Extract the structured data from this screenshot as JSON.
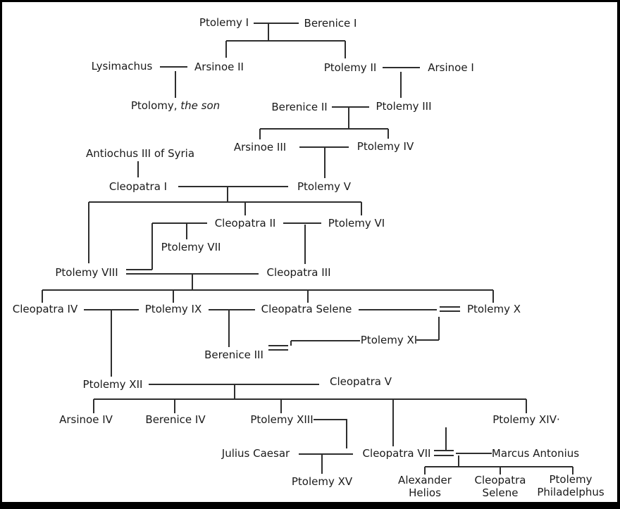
{
  "colors": {
    "line": "#2e2e2e",
    "text": "#1a1a1a",
    "background": "#ffffff",
    "border": "#000000"
  },
  "people": {
    "ptolemy_i": {
      "label": "Ptolemy I"
    },
    "berenice_i": {
      "label": "Berenice I"
    },
    "lysimachus": {
      "label": "Lysimachus"
    },
    "arsinoe_ii": {
      "label": "Arsinoe II"
    },
    "ptolemy_ii": {
      "label": "Ptolemy II"
    },
    "arsinoe_i": {
      "label": "Arsinoe I"
    },
    "ptolomy_the_son": {
      "prefix": "Ptolomy, ",
      "italic": "the son"
    },
    "berenice_ii": {
      "label": "Berenice II"
    },
    "ptolemy_iii": {
      "label": "Ptolemy III"
    },
    "arsinoe_iii": {
      "label": "Arsinoe III"
    },
    "ptolemy_iv": {
      "label": "Ptolemy IV"
    },
    "antiochus_iii": {
      "label": "Antiochus III of Syria"
    },
    "cleopatra_i": {
      "label": "Cleopatra I"
    },
    "ptolemy_v": {
      "label": "Ptolemy V"
    },
    "cleopatra_ii": {
      "label": "Cleopatra II"
    },
    "ptolemy_vi": {
      "label": "Ptolemy VI"
    },
    "ptolemy_vii": {
      "label": "Ptolemy VII"
    },
    "ptolemy_viii": {
      "label": "Ptolemy VIII"
    },
    "cleopatra_iii": {
      "label": "Cleopatra III"
    },
    "cleopatra_iv": {
      "label": "Cleopatra IV"
    },
    "ptolemy_ix": {
      "label": "Ptolemy IX"
    },
    "cleopatra_selene": {
      "label": "Cleopatra Selene"
    },
    "ptolemy_x": {
      "label": "Ptolemy X"
    },
    "ptolemy_xi": {
      "label": "Ptolemy XI"
    },
    "berenice_iii": {
      "label": "Berenice III"
    },
    "ptolemy_xii": {
      "label": "Ptolemy XII"
    },
    "cleopatra_v": {
      "label": "Cleopatra V"
    },
    "arsinoe_iv": {
      "label": "Arsinoe IV"
    },
    "berenice_iv": {
      "label": "Berenice IV"
    },
    "ptolemy_xiii": {
      "label": "Ptolemy XIII"
    },
    "ptolemy_xiv": {
      "label": "Ptolemy XIV·"
    },
    "julius_caesar": {
      "label": "Julius Caesar"
    },
    "cleopatra_vii": {
      "label": "Cleopatra VII"
    },
    "marcus_antonius": {
      "label": "Marcus Antonius"
    },
    "ptolemy_xv": {
      "label": "Ptolemy XV"
    },
    "alexander_helios": {
      "line1": "Alexander",
      "line2": "Helios"
    },
    "cleopatra_selene_child": {
      "line1": "Cleopatra",
      "line2": "Selene"
    },
    "ptolemy_philadelphus": {
      "line1": "Ptolemy",
      "line2": "Philadelphus"
    }
  }
}
